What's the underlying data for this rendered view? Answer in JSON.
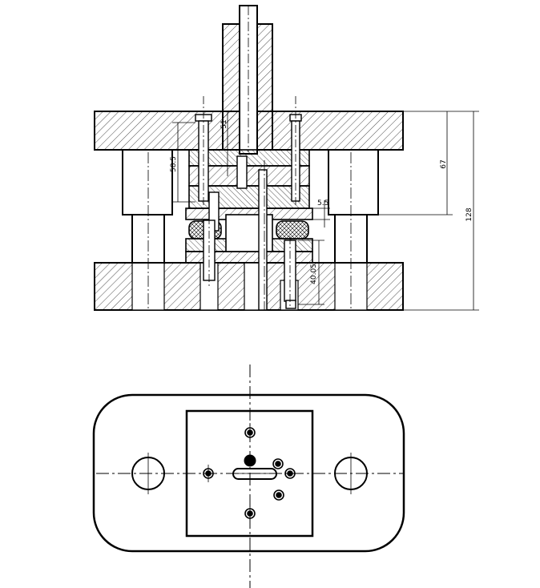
{
  "dimensions": {
    "total_height": "128",
    "upper_height": "67",
    "gap": "5.5",
    "lower_depth": "40.05",
    "punch_a": "51",
    "punch_b": "58.5"
  },
  "colors": {
    "line": "#000000",
    "background": "#ffffff"
  }
}
